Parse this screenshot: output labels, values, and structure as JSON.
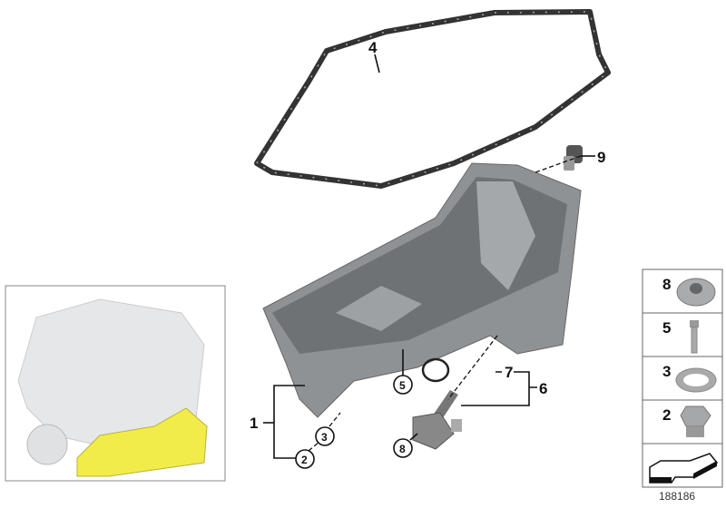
{
  "diagram": {
    "callouts": {
      "gasket": "4",
      "plug": "9",
      "pan_assembly": "1",
      "drain_plug": "2",
      "seal_ring": "3",
      "bolt": "5",
      "sensor_assembly": "6",
      "o_ring": "7",
      "nut": "8"
    },
    "legend": [
      "8",
      "5",
      "3",
      "2"
    ],
    "legend_icons": [
      "flange-nut-icon",
      "bolt-icon",
      "seal-ring-icon",
      "drain-plug-icon",
      "direction-arrow-icon"
    ],
    "diagram_id": "188186",
    "colors": {
      "highlight": "#f2ec4a",
      "part": "#8f9295",
      "line": "#111111"
    }
  }
}
